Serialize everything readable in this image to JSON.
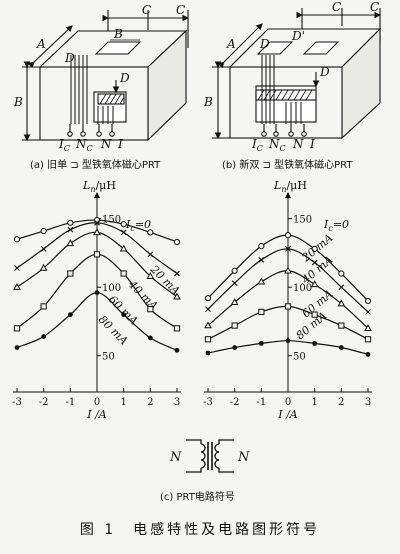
{
  "figure": {
    "title": "图 1　电感特性及电路图形符号",
    "captions": {
      "a": "(a) 旧单 ⊐ 型铁氧体磁心PRT",
      "b": "(b) 新双 ⊐ 型铁氧体磁心PRT",
      "c": "(c) PRT电路符号"
    },
    "diagram_a": {
      "labels": {
        "dim_c": "C",
        "dim_a": "A",
        "dim_b": "B",
        "dim_b_top": "B",
        "d_left": "D",
        "d_right": "D",
        "ic": "I",
        "ic_sub": "C",
        "nc": "N",
        "nc_sub": "C",
        "n": "N",
        "i": "I"
      }
    },
    "diagram_b": {
      "labels": {
        "dim_c": "C",
        "dim_a": "A",
        "dim_b": "B",
        "d_left": "D",
        "d_prime": "D'",
        "d_right": "D",
        "ic": "I",
        "ic_sub": "C",
        "nc": "N",
        "nc_sub": "C",
        "n": "N",
        "i": "I"
      }
    },
    "symbol": {
      "left_label": "N",
      "right_label": "N"
    }
  },
  "chart_data": [
    {
      "type": "line",
      "ylabel": "L",
      "ylabel_sub": "n",
      "ylabel_unit": "/μH",
      "xlabel": "I /A",
      "x": [
        -3,
        -2,
        -1,
        0,
        1,
        2,
        3
      ],
      "xlim": [
        -3,
        3
      ],
      "yticks": [
        50,
        100,
        150
      ],
      "ic0_label": "I",
      "ic0_sub": "c",
      "ic0_value": "=0",
      "series": [
        {
          "name": "I_c=0",
          "label": "",
          "marker": "circle-open",
          "values": [
            135,
            141,
            147,
            149,
            146,
            140,
            133
          ]
        },
        {
          "name": "20 mA",
          "label": "20 mA",
          "marker": "x",
          "values": [
            114,
            128,
            142,
            147,
            140,
            124,
            110
          ]
        },
        {
          "name": "40 mA",
          "label": "40 mA",
          "marker": "triangle-open",
          "values": [
            100,
            114,
            132,
            140,
            128,
            108,
            93
          ]
        },
        {
          "name": "60 mA",
          "label": "60 mA",
          "marker": "square-open",
          "values": [
            70,
            86,
            110,
            124,
            110,
            84,
            70
          ]
        },
        {
          "name": "80 mA",
          "label": "80 mA",
          "marker": "dot",
          "values": [
            56,
            64,
            80,
            96,
            80,
            63,
            54
          ]
        }
      ]
    },
    {
      "type": "line",
      "ylabel": "L",
      "ylabel_sub": "n",
      "ylabel_unit": "/μH",
      "xlabel": "I /A",
      "x": [
        -3,
        -2,
        -1,
        0,
        1,
        2,
        3
      ],
      "xlim": [
        -3,
        3
      ],
      "yticks": [
        50,
        100,
        150
      ],
      "ic0_label": "I",
      "ic0_sub": "c",
      "ic0_value": "=0",
      "series": [
        {
          "name": "I_c=0",
          "label": "",
          "marker": "circle-open",
          "values": [
            92,
            112,
            130,
            138,
            128,
            110,
            90
          ]
        },
        {
          "name": "20 mA",
          "label": "20 mA",
          "marker": "x",
          "values": [
            84,
            103,
            120,
            128,
            118,
            100,
            82
          ]
        },
        {
          "name": "40 mA",
          "label": "40 mA",
          "marker": "triangle-open",
          "values": [
            72,
            89,
            104,
            112,
            102,
            88,
            70
          ]
        },
        {
          "name": "60 mA",
          "label": "60 mA",
          "marker": "square-open",
          "values": [
            62,
            72,
            82,
            86,
            80,
            72,
            62
          ]
        },
        {
          "name": "80 mA",
          "label": "80 mA",
          "marker": "dot",
          "values": [
            52,
            56,
            59,
            61,
            59,
            56,
            51
          ]
        }
      ]
    }
  ]
}
